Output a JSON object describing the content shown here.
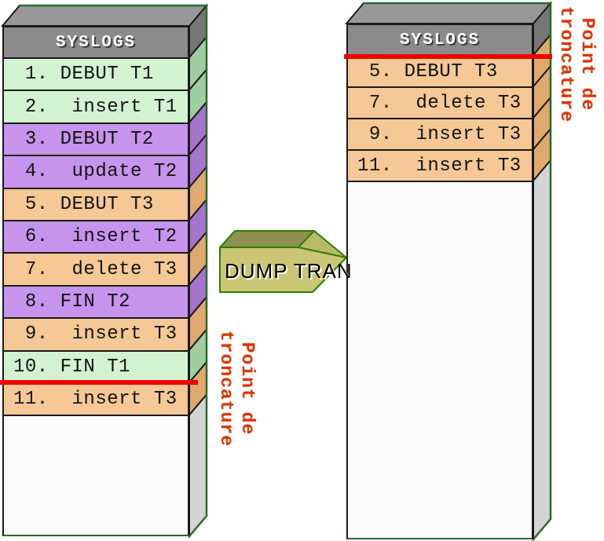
{
  "left_stack": {
    "title": "SYSLOGS",
    "rows": [
      {
        "label": " 1. DEBUT T1",
        "color": "green"
      },
      {
        "label": " 2.  insert T1",
        "color": "green"
      },
      {
        "label": " 3. DEBUT T2",
        "color": "purple"
      },
      {
        "label": " 4.  update T2",
        "color": "purple"
      },
      {
        "label": " 5. DEBUT T3",
        "color": "orange"
      },
      {
        "label": " 6.  insert T2",
        "color": "purple"
      },
      {
        "label": " 7.  delete T3",
        "color": "orange"
      },
      {
        "label": " 8. FIN T2",
        "color": "purple"
      },
      {
        "label": " 9.  insert T3",
        "color": "orange"
      },
      {
        "label": "10. FIN T1",
        "color": "green"
      },
      {
        "label": "11.  insert T3",
        "color": "orange"
      }
    ]
  },
  "right_stack": {
    "title": "SYSLOGS",
    "rows": [
      {
        "label": " 5. DEBUT T3",
        "color": "orange"
      },
      {
        "label": " 7.  delete T3",
        "color": "orange"
      },
      {
        "label": " 9.  insert T3",
        "color": "orange"
      },
      {
        "label": "11.  insert T3",
        "color": "orange"
      }
    ]
  },
  "arrow": {
    "label": "DUMP TRAN"
  },
  "truncation_label": {
    "line1": "Point de",
    "line2": "troncature"
  },
  "palette": {
    "green": {
      "front": "#d2f2d2",
      "side": "#9fce9f"
    },
    "purple": {
      "front": "#c694ec",
      "side": "#a673cf"
    },
    "orange": {
      "front": "#f5c895",
      "side": "#dfa96e"
    },
    "white": {
      "front": "#fbfbfb",
      "side": "#d4d4d4"
    },
    "header": {
      "front": "#8b8b8b",
      "side": "#767676",
      "top": "#989898"
    },
    "red_line": "#ee0000",
    "label_color": "#e33000",
    "arrow_body": "#cbc674",
    "arrow_top": "#8e9051",
    "arrow_bevel": "#b9ba69",
    "arrow_outline": "#2e7d00"
  }
}
